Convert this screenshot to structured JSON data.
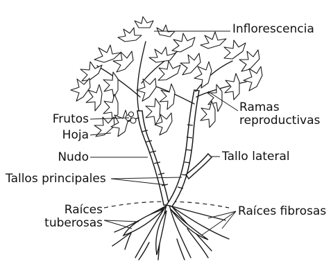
{
  "labels": {
    "inflorescencia": "Inflorescencia",
    "ramas_line1": "Ramas",
    "ramas_line2": "reproductivas",
    "frutos": "Frutos",
    "hoja": "Hoja",
    "nudo": "Nudo",
    "tallo_lateral": "Tallo lateral",
    "tallos_principales": "Tallos principales",
    "raices_tuberosas_line1": "Raíces",
    "raices_tuberosas_line2": "tuberosas",
    "raices_fibrosas": "Raíces fibrosas"
  },
  "colors": {
    "ink": "#1a1a1a",
    "background": "#ffffff"
  }
}
